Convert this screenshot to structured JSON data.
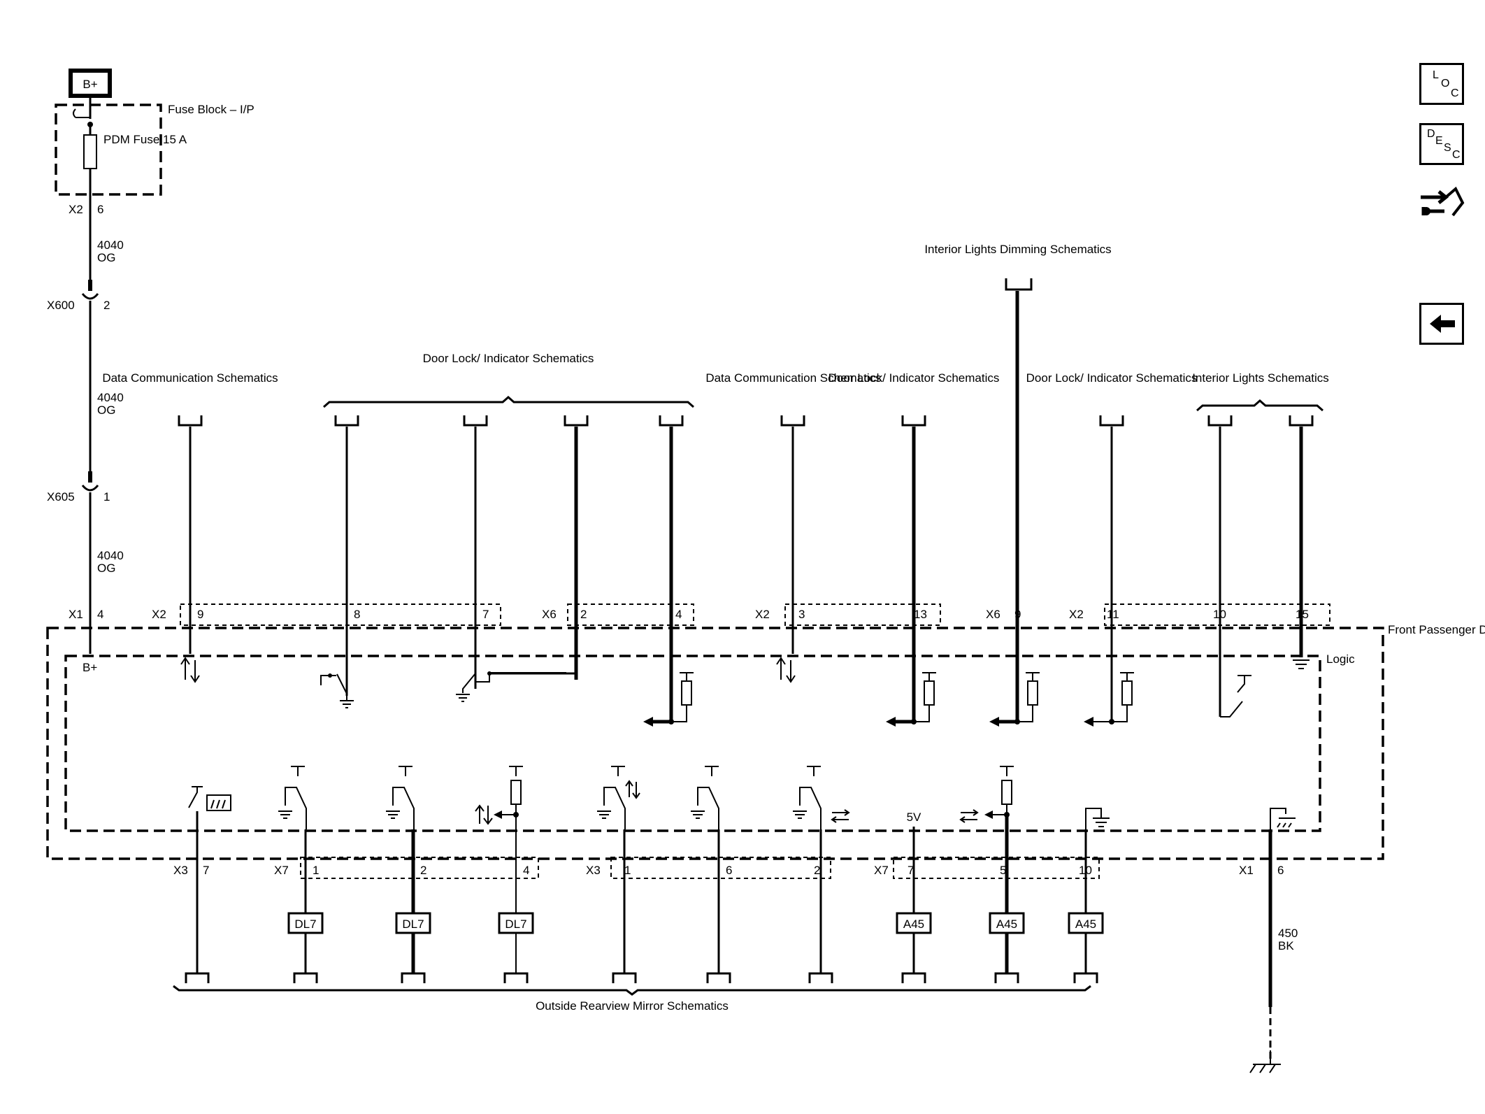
{
  "power": {
    "source": "B+"
  },
  "fuse_block": {
    "title": "Fuse Block – I/P",
    "fuse_label": "PDM Fuse 15 A"
  },
  "connectors": {
    "x2_6": {
      "name": "X2",
      "pin": "6"
    },
    "x600": {
      "name": "X600",
      "pin": "2"
    },
    "x605": {
      "name": "X605",
      "pin": "1"
    },
    "x1_4": {
      "name": "X1",
      "pin": "4"
    },
    "x1_6": {
      "name": "X1",
      "pin": "6"
    }
  },
  "wires": {
    "w1": {
      "circuit": "4040",
      "color": "OG"
    },
    "w2": {
      "circuit": "4040",
      "color": "OG"
    },
    "w3": {
      "circuit": "4040",
      "color": "OG"
    },
    "ground": {
      "circuit": "450",
      "color": "BK"
    }
  },
  "top_refs": {
    "dimming": "Interior Lights Dimming Schematics",
    "data1": "Data Communication Schematics",
    "doorlock1": "Door Lock/ Indicator Schematics",
    "data2": "Data Communication Schematics",
    "doorlock2": "Door Lock/ Indicator Schematics",
    "doorlock3": "Door Lock/ Indicator Schematics",
    "interior": "Interior Lights Schematics"
  },
  "top_pins": {
    "p9": {
      "conn": "X2",
      "pin": "9"
    },
    "p8": {
      "pin": "8"
    },
    "p7": {
      "pin": "7"
    },
    "p2": {
      "conn": "X6",
      "pin": "2"
    },
    "p4": {
      "pin": "4"
    },
    "p3": {
      "conn": "X2",
      "pin": "3"
    },
    "p13": {
      "pin": "13"
    },
    "x6_9": {
      "conn": "X6",
      "pin": "9"
    },
    "p11": {
      "conn": "X2",
      "pin": "11"
    },
    "p10": {
      "pin": "10"
    },
    "p15": {
      "pin": "15"
    }
  },
  "module": {
    "name": "Front Passenger Door Module (FPDM)",
    "logic_label": "Logic",
    "bplus_label": "B+",
    "voltage_5v": "5V"
  },
  "bottom_pins": {
    "x3_7": {
      "conn": "X3",
      "pin": "7"
    },
    "x7_1": {
      "conn": "X7",
      "pin": "1"
    },
    "p2": {
      "pin": "2"
    },
    "p4": {
      "pin": "4"
    },
    "x3_1": {
      "conn": "X3",
      "pin": "1"
    },
    "p6": {
      "pin": "6"
    },
    "p2b": {
      "pin": "2"
    },
    "x7_7": {
      "conn": "X7",
      "pin": "7"
    },
    "p5": {
      "pin": "5"
    },
    "p10": {
      "pin": "10"
    }
  },
  "option_codes": {
    "dl7": "DL7",
    "a45": "A45"
  },
  "bottom_ref": "Outside Rearview Mirror Schematics",
  "nav": {
    "loc": {
      "l1": "L",
      "l2": "O",
      "l3": "C"
    },
    "desc": {
      "l1": "D",
      "l2": "E",
      "l3": "S",
      "l4": "C"
    }
  }
}
